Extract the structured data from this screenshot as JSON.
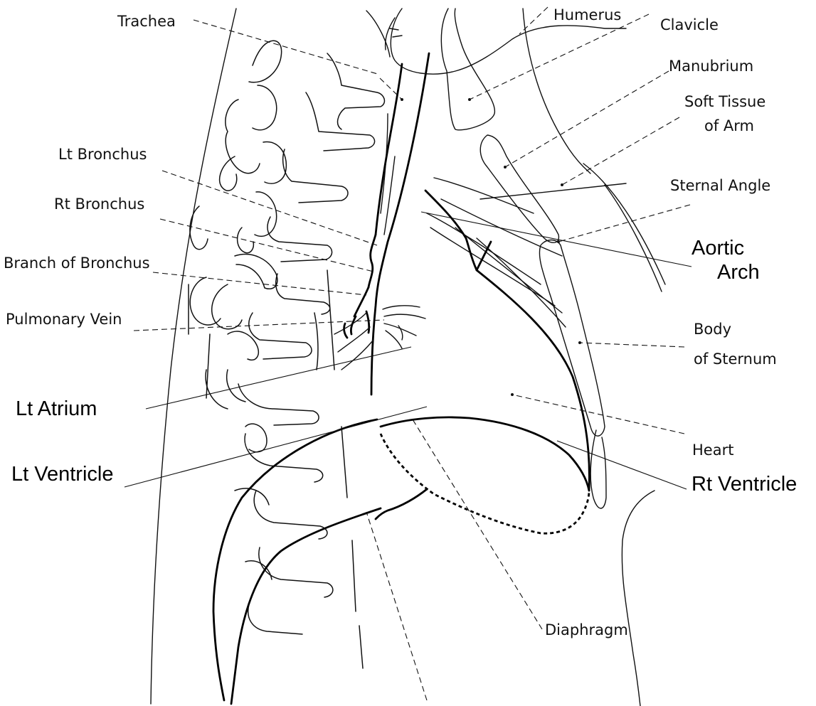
{
  "labels": {
    "trachea": "Trachea",
    "humerus": "Humerus",
    "clavicle": "Clavicle",
    "manubrium": "Manubrium",
    "soft_tissue_line1": "Soft Tissue",
    "soft_tissue_line2": "of Arm",
    "lt_bronchus": "Lt Bronchus",
    "sternal_angle": "Sternal Angle",
    "rt_bronchus": "Rt Bronchus",
    "aortic_arch_line1": "Aortic",
    "aortic_arch_line2": "Arch",
    "branch_of_bronchus": "Branch of Bronchus",
    "pulmonary_vein": "Pulmonary Vein",
    "body_of_sternum_line1": "Body",
    "body_of_sternum_line2": "of Sternum",
    "lt_atrium": "Lt Atrium",
    "lt_ventricle": "Lt Ventricle",
    "heart": "Heart",
    "rt_ventricle": "Rt Ventricle",
    "diaphragm": "Diaphragm"
  }
}
